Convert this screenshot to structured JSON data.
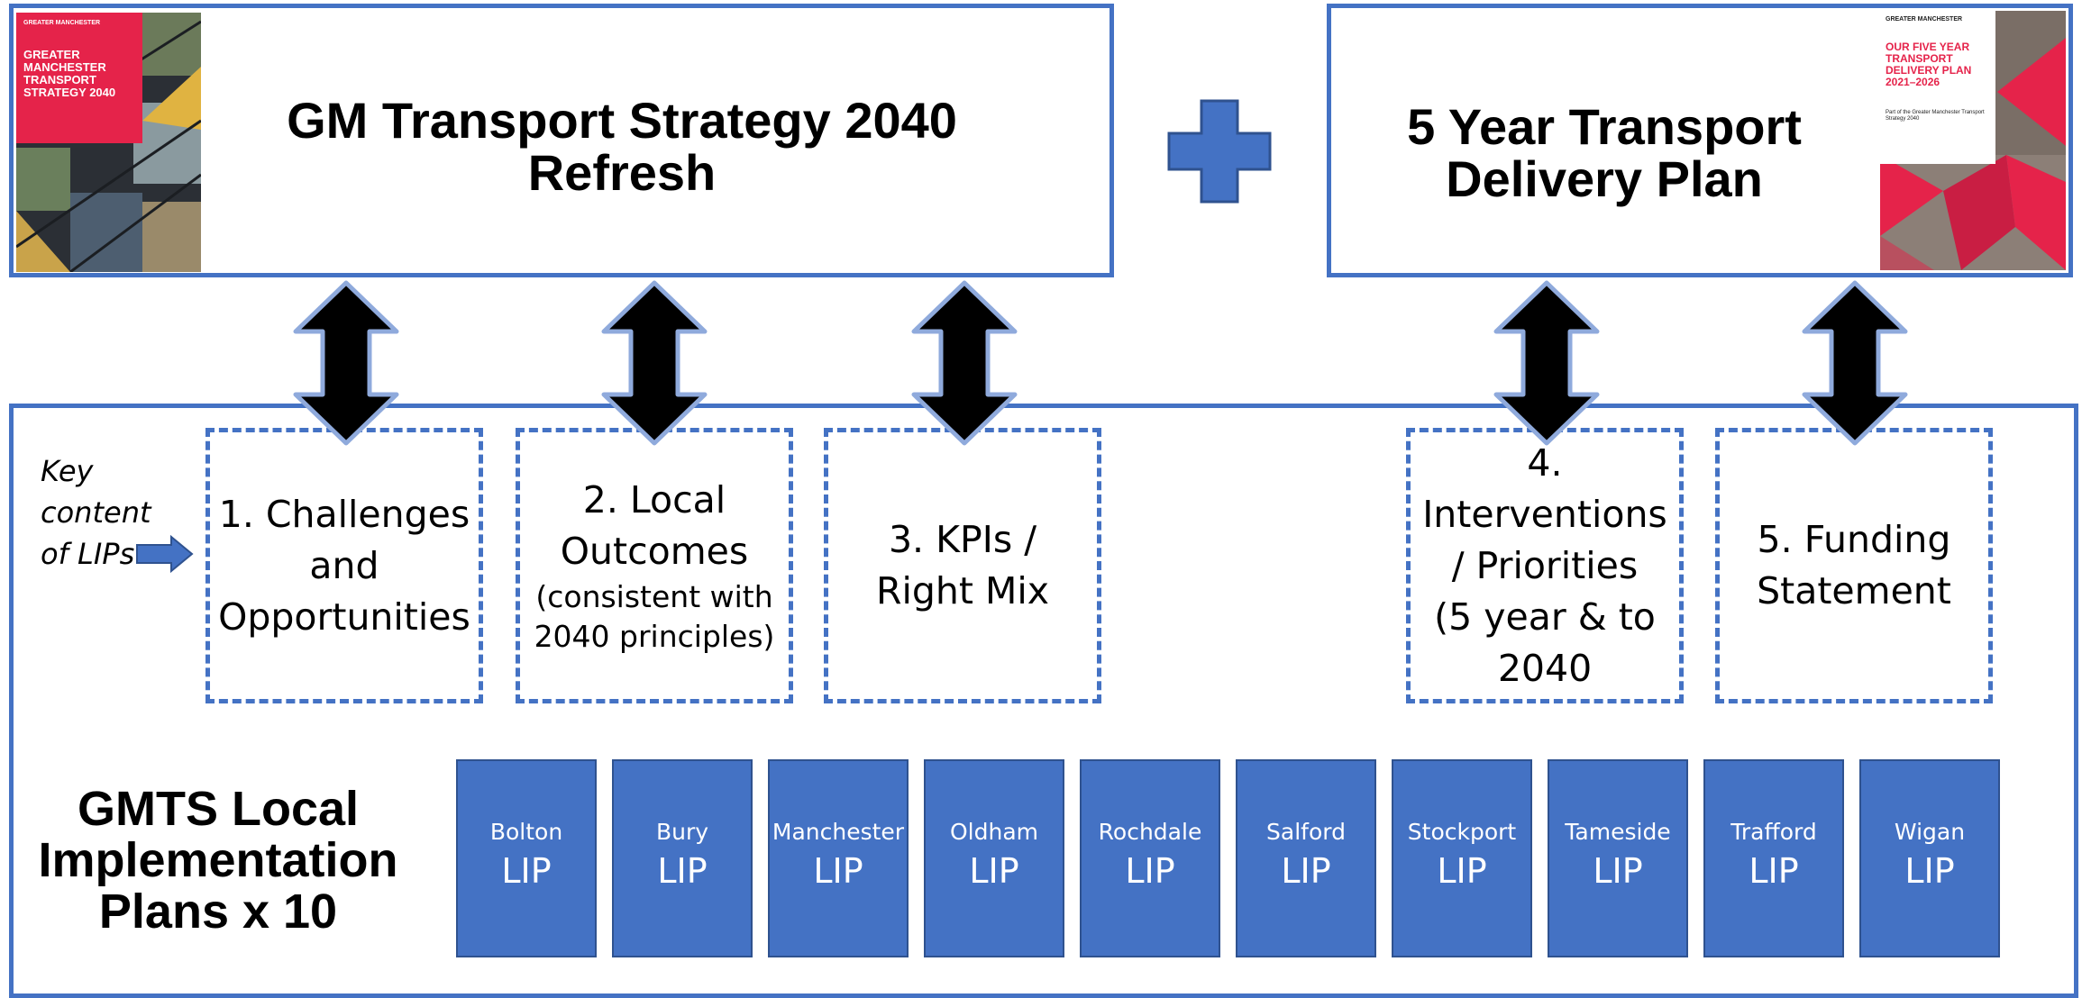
{
  "top": {
    "strategy_title": "GM Transport Strategy 2040\nRefresh",
    "delivery_title": "5 Year Transport\nDelivery Plan",
    "strategy_cover": {
      "heading": "GREATER MANCHESTER TRANSPORT STRATEGY 2040",
      "publisher": "GREATER MANCHESTER"
    },
    "delivery_cover": {
      "heading": "OUR FIVE YEAR TRANSPORT DELIVERY PLAN 2021–2026",
      "publisher": "GREATER MANCHESTER",
      "subheading": "Part of the Greater Manchester Transport Strategy 2040"
    }
  },
  "key_label": "Key\ncontent\nof LIPs",
  "content_boxes": [
    {
      "label": "1. Challenges\nand\nOpportunities"
    },
    {
      "label": "2. Local\nOutcomes",
      "sublabel": "(consistent with\n2040 principles)"
    },
    {
      "label": "3. KPIs /\nRight Mix"
    },
    {
      "label": "4.\nInterventions\n/ Priorities\n(5 year & to\n2040"
    },
    {
      "label": "5. Funding\nStatement"
    }
  ],
  "lips_title": "GMTS Local\nImplementation\nPlans x 10",
  "lips": [
    {
      "name": "Bolton",
      "code": "LIP"
    },
    {
      "name": "Bury",
      "code": "LIP"
    },
    {
      "name": "Manchester",
      "code": "LIP"
    },
    {
      "name": "Oldham",
      "code": "LIP"
    },
    {
      "name": "Rochdale",
      "code": "LIP"
    },
    {
      "name": "Salford",
      "code": "LIP"
    },
    {
      "name": "Stockport",
      "code": "LIP"
    },
    {
      "name": "Tameside",
      "code": "LIP"
    },
    {
      "name": "Trafford",
      "code": "LIP"
    },
    {
      "name": "Wigan",
      "code": "LIP"
    }
  ],
  "colors": {
    "accent_blue": "#4472c4",
    "border_blue": "#2f528f",
    "arrow": "#000000",
    "cover_red": "#e5234a"
  }
}
